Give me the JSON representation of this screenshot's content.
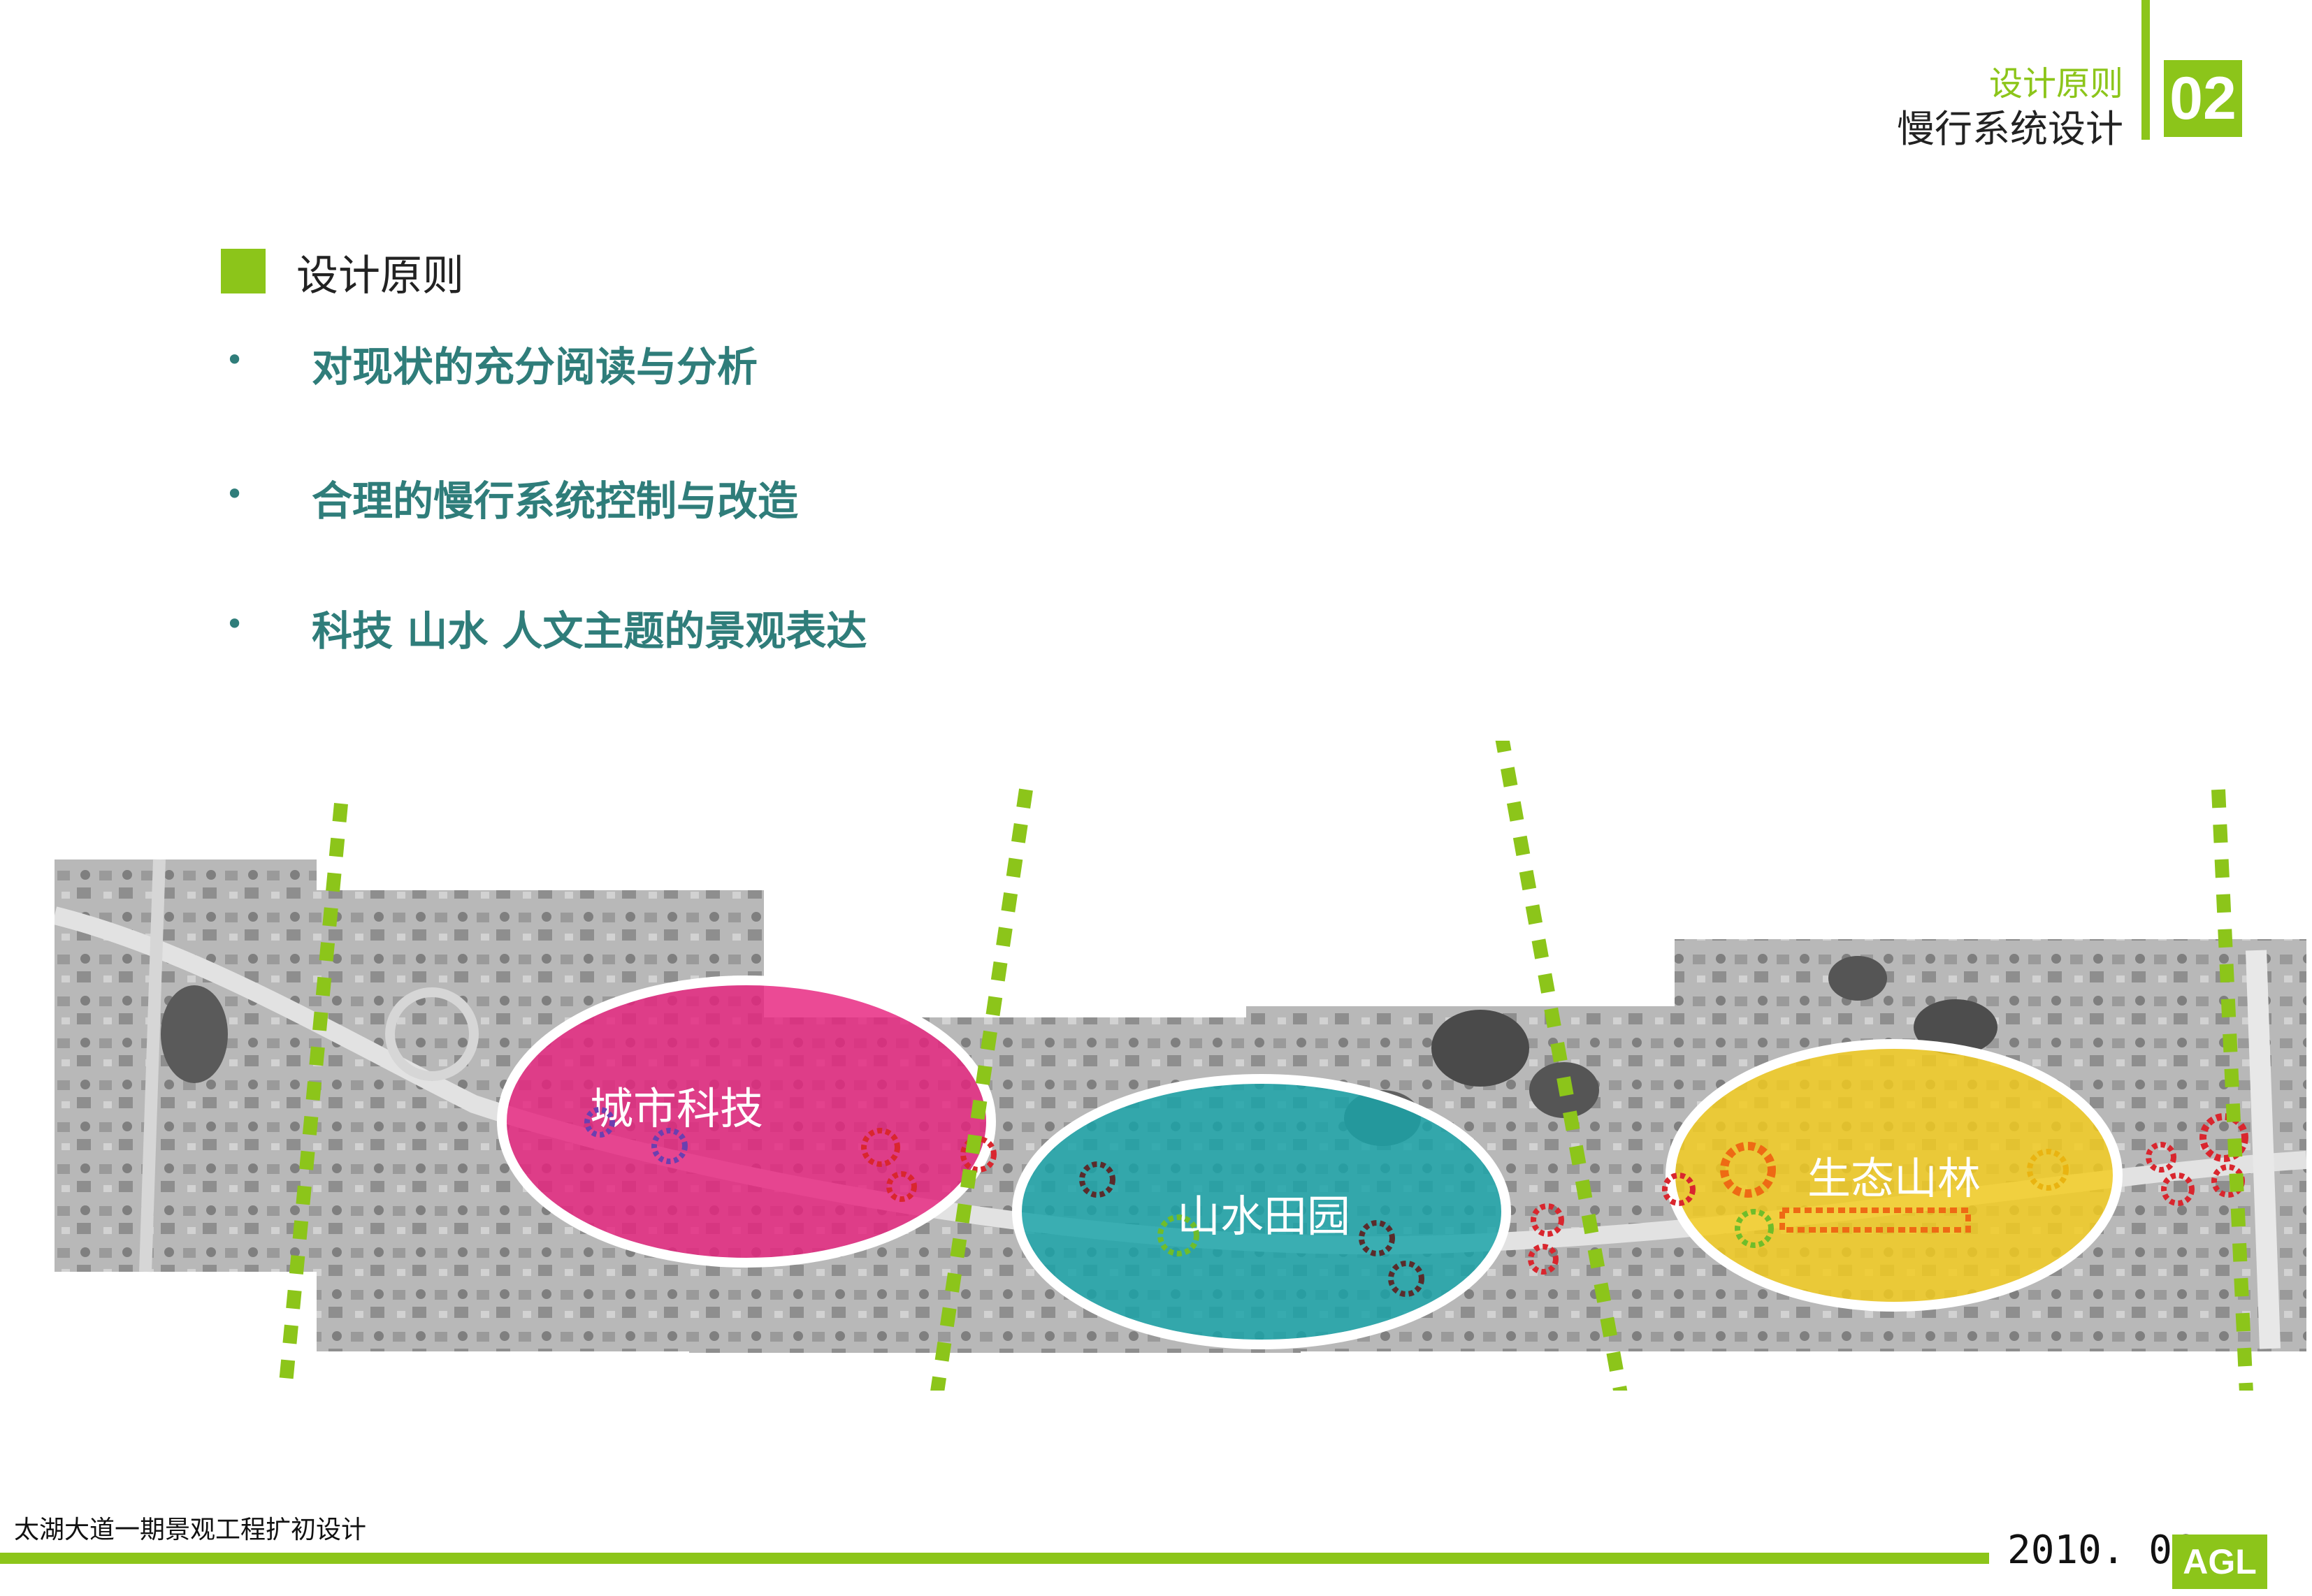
{
  "header": {
    "subtitle": "设计原则",
    "title": "慢行系统设计",
    "section_number": "02"
  },
  "section": {
    "title": "设计原则",
    "bullets": [
      "对现状的充分阅读与分析",
      "合理的慢行系统控制与改造",
      "科技 山水 人文主题的景观表达"
    ]
  },
  "map": {
    "zones": [
      {
        "label": "城市科技",
        "color": "#e6227e"
      },
      {
        "label": "山水田园",
        "color": "#19a3a8"
      },
      {
        "label": "生态山林",
        "color": "#f3cc1f"
      }
    ],
    "divider_color": "#8cc51a",
    "node_color": "#d9262e"
  },
  "footer": {
    "project": "太湖大道一期景观工程扩初设计",
    "date": "2010. 06",
    "logo": "AGL"
  }
}
